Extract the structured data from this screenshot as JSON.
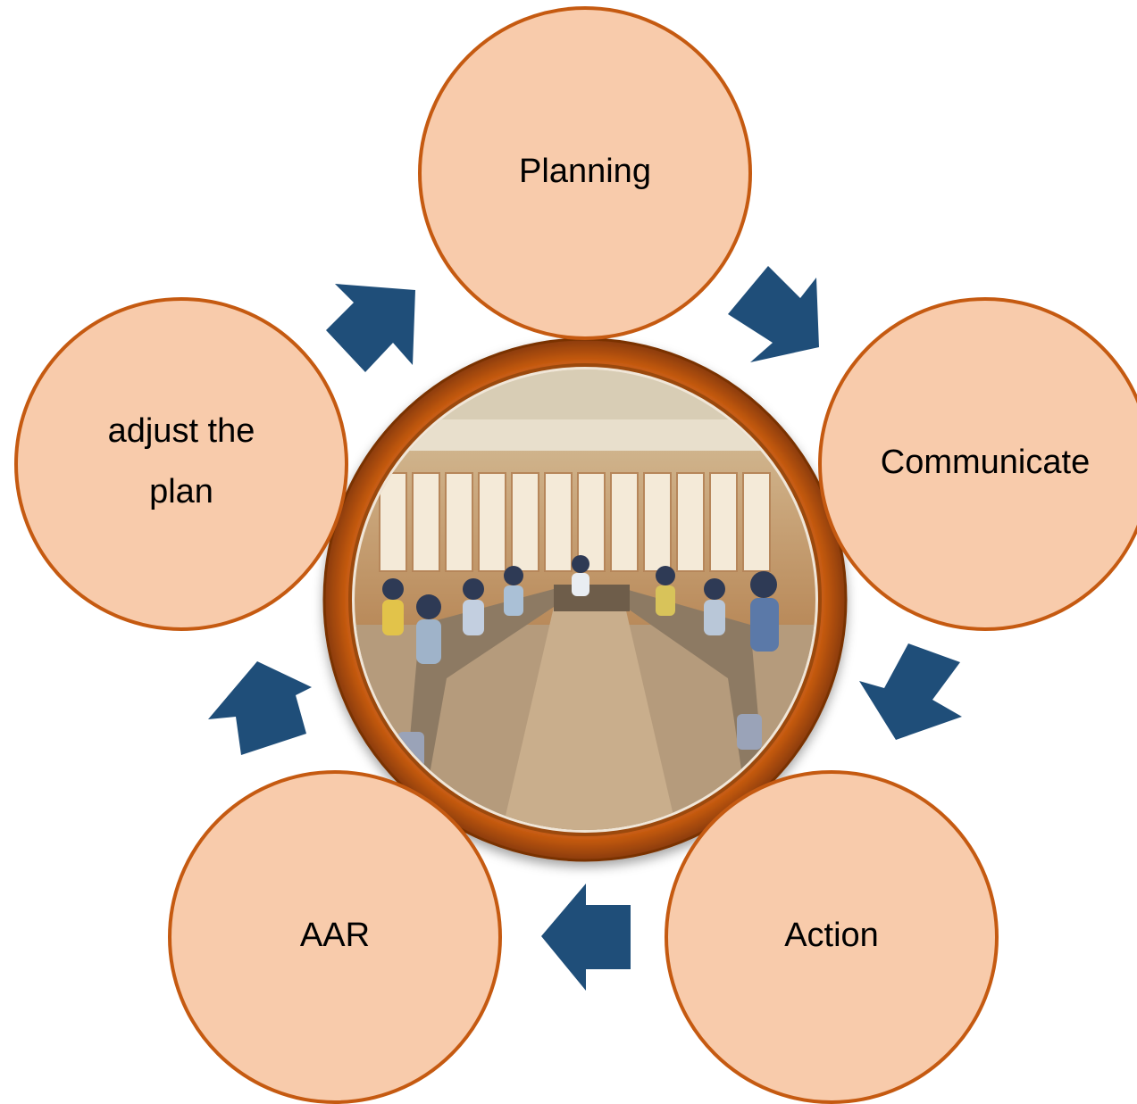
{
  "diagram": {
    "nodes": {
      "planning": "Planning",
      "communicate": "Communicate",
      "action": "Action",
      "aar": "AAR",
      "adjust_line1": "adjust the",
      "adjust_line2": "plan"
    },
    "center_image": "photo of a meeting room with people seated at U-shaped tables",
    "colors": {
      "node_fill": "#f8cbab",
      "node_stroke": "#c55a11",
      "arrow": "#1f4e79",
      "ring": "#c55a11"
    }
  }
}
